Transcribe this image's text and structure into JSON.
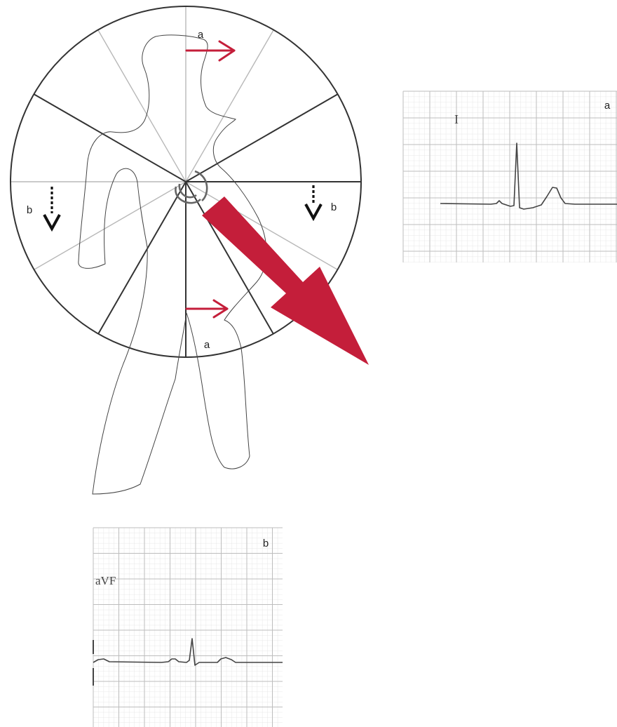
{
  "colors": {
    "accent_red": "#c41e3a",
    "major_dividers": "#333333",
    "minor_dividers": "#b8b8b8",
    "body_outline": "#444444",
    "ecg_grid_major": "#bdbdbd",
    "ecg_grid_minor": "#e2e2e2",
    "ecg_trace": "#444444"
  },
  "icons": {
    "vector_arrow": "large-red-arrow",
    "lead_i_arrows": "red-arrow-right",
    "avf_arrows": "dashed-black-arrow-down"
  },
  "hexaxial": {
    "top_arrow_label": "a",
    "bottom_arrow_label": "a",
    "left_arrow_label": "b",
    "right_arrow_label": "b"
  },
  "ecg_a": {
    "lead_label": "I",
    "corner_label": "a"
  },
  "ecg_b": {
    "lead_label": "aVF",
    "corner_label": "b"
  }
}
